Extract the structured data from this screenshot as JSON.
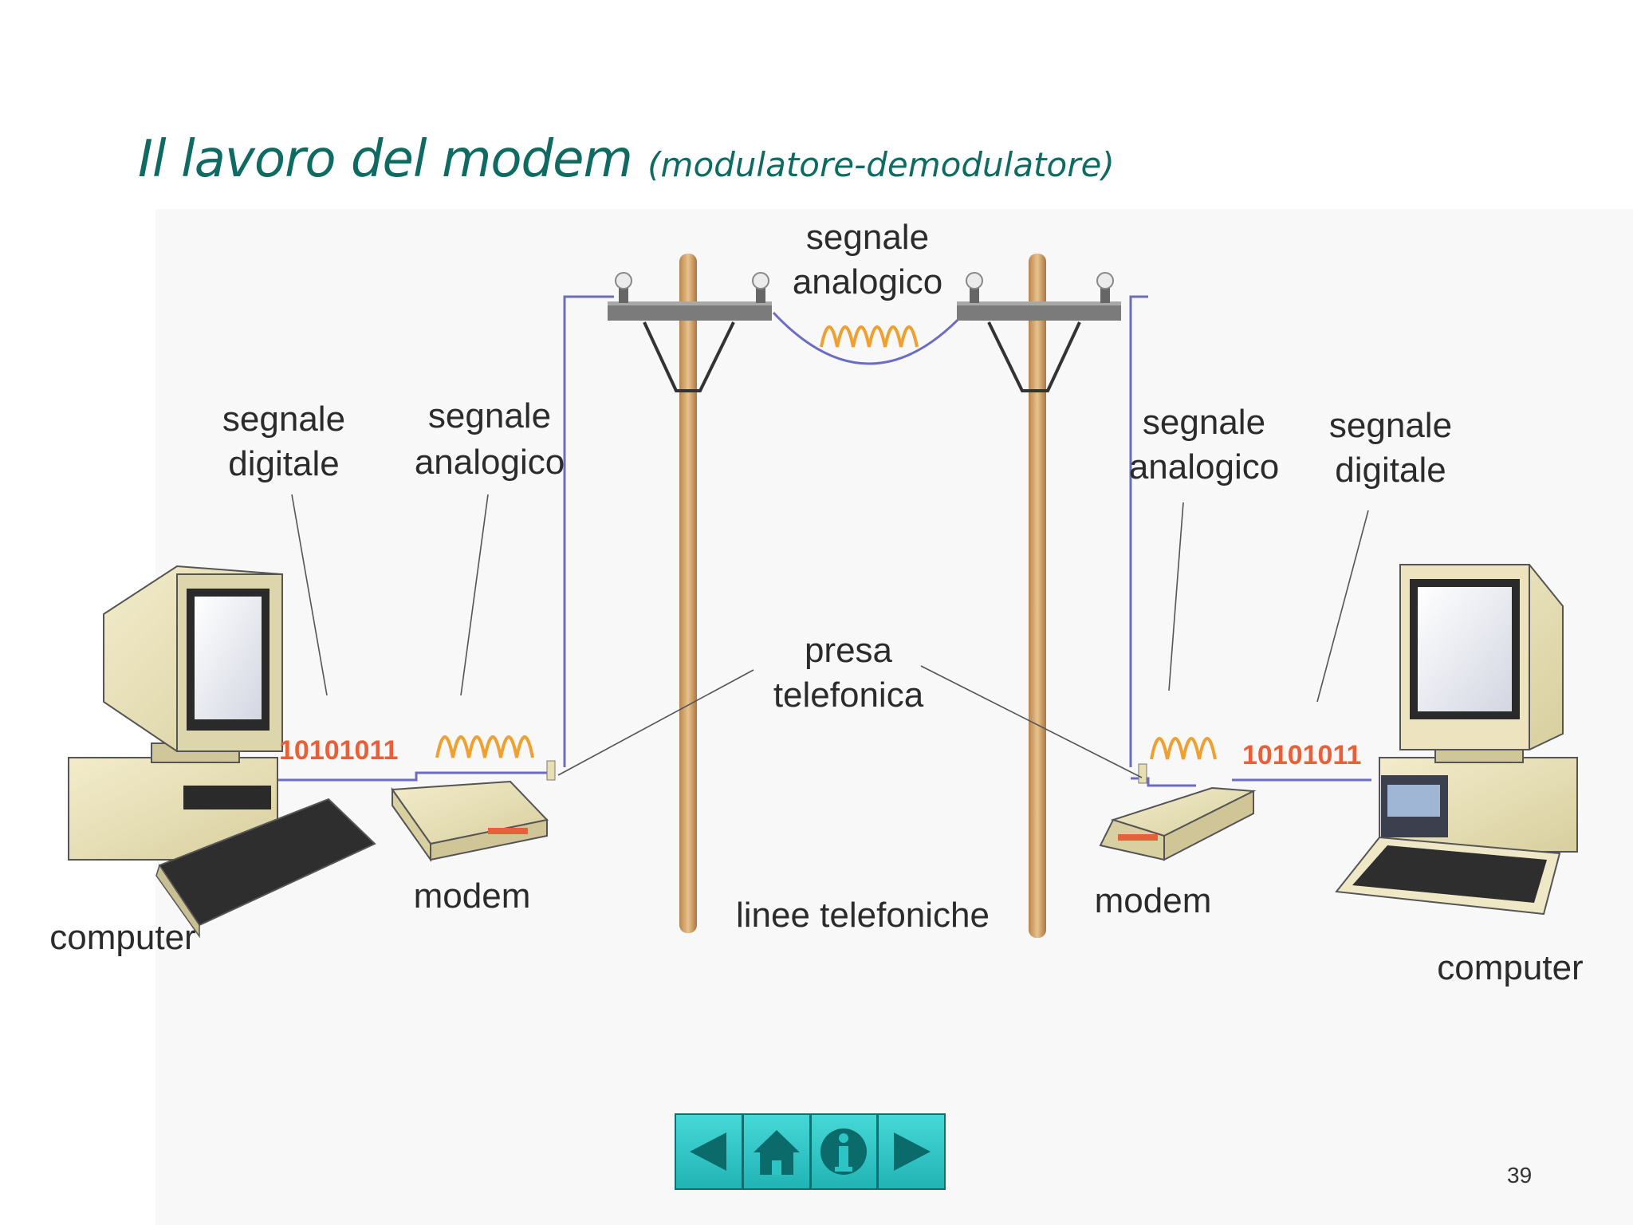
{
  "slide": {
    "title_main": "Il lavoro del modem",
    "title_sub": "(modulatore-demodulatore)",
    "page_number": "39"
  },
  "diagram": {
    "signal_top_line1": "segnale",
    "signal_top_line2": "analogico",
    "left_digital_line1": "segnale",
    "left_digital_line2": "digitale",
    "left_analog_line1": "segnale",
    "left_analog_line2": "analogico",
    "right_analog_line1": "segnale",
    "right_analog_line2": "analogico",
    "right_digital_line1": "segnale",
    "right_digital_line2": "digitale",
    "socket_line1": "presa",
    "socket_line2": "telefonica",
    "bits_left": "10101011",
    "bits_right": "10101011",
    "modem_left": "modem",
    "modem_right": "modem",
    "computer_left": "computer",
    "computer_right": "computer",
    "phone_lines": "linee telefoniche"
  },
  "nav": {
    "colors": {
      "button": "#2fc4c4",
      "border": "#0f6f6f",
      "glyph": "#0b6b6b"
    },
    "buttons": [
      {
        "name": "back",
        "icon": "arrow-left-icon"
      },
      {
        "name": "home",
        "icon": "home-icon"
      },
      {
        "name": "info",
        "icon": "info-icon"
      },
      {
        "name": "forward",
        "icon": "arrow-right-icon"
      }
    ]
  }
}
